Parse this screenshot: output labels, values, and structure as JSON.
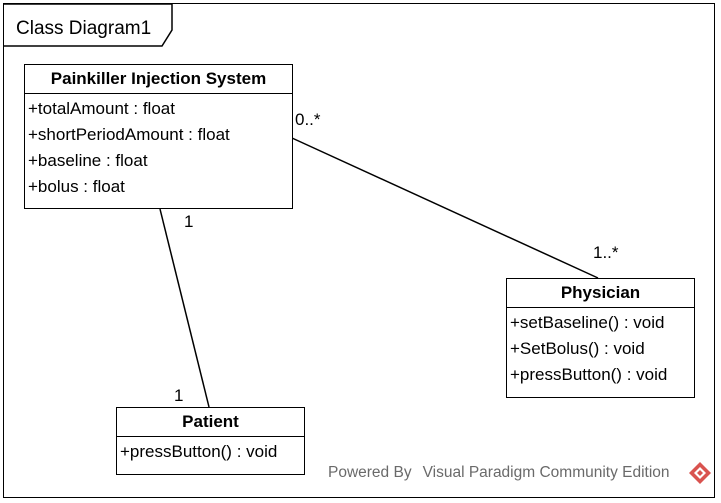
{
  "diagram": {
    "title": "Class Diagram1",
    "classes": [
      {
        "id": "painkiller",
        "name": "Painkiller Injection System",
        "members": [
          "+totalAmount : float",
          "+shortPeriodAmount : float",
          "+baseline : float",
          "+bolus : float"
        ]
      },
      {
        "id": "physician",
        "name": "Physician",
        "members": [
          "+setBaseline() : void",
          "+SetBolus() : void",
          "+pressButton() : void"
        ]
      },
      {
        "id": "patient",
        "name": "Patient",
        "members": [
          "+pressButton() : void"
        ]
      }
    ],
    "associations": [
      {
        "from": "painkiller",
        "to": "physician",
        "from_multiplicity": "0..*",
        "to_multiplicity": "1..*"
      },
      {
        "from": "painkiller",
        "to": "patient",
        "from_multiplicity": "1",
        "to_multiplicity": "1"
      }
    ]
  },
  "footer": {
    "powered_by": "Powered By",
    "product": "Visual Paradigm Community Edition",
    "logo_icon": "visual-paradigm-logo-icon",
    "logo_color": "#d9534f"
  }
}
